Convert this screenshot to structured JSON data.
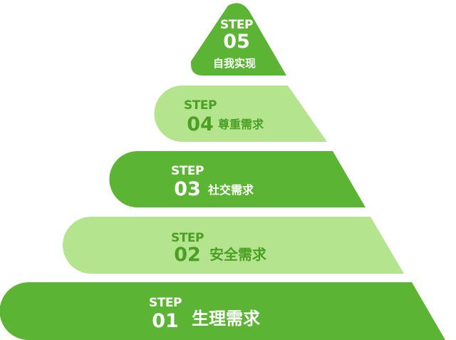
{
  "colors": {
    "dark_green": "#5bb433",
    "light_green": "#b4e48d",
    "dark_text": "#ffffff",
    "light_text": "#4aa025"
  },
  "steps": [
    {
      "step_word": "STEP",
      "number": "05",
      "label": "自我实现",
      "tone": "dark"
    },
    {
      "step_word": "STEP",
      "number": "04",
      "label": "尊重需求",
      "tone": "light"
    },
    {
      "step_word": "STEP",
      "number": "03",
      "label": "社交需求",
      "tone": "dark"
    },
    {
      "step_word": "STEP",
      "number": "02",
      "label": "安全需求",
      "tone": "light"
    },
    {
      "step_word": "STEP",
      "number": "01",
      "label": "生理需求",
      "tone": "dark"
    }
  ]
}
